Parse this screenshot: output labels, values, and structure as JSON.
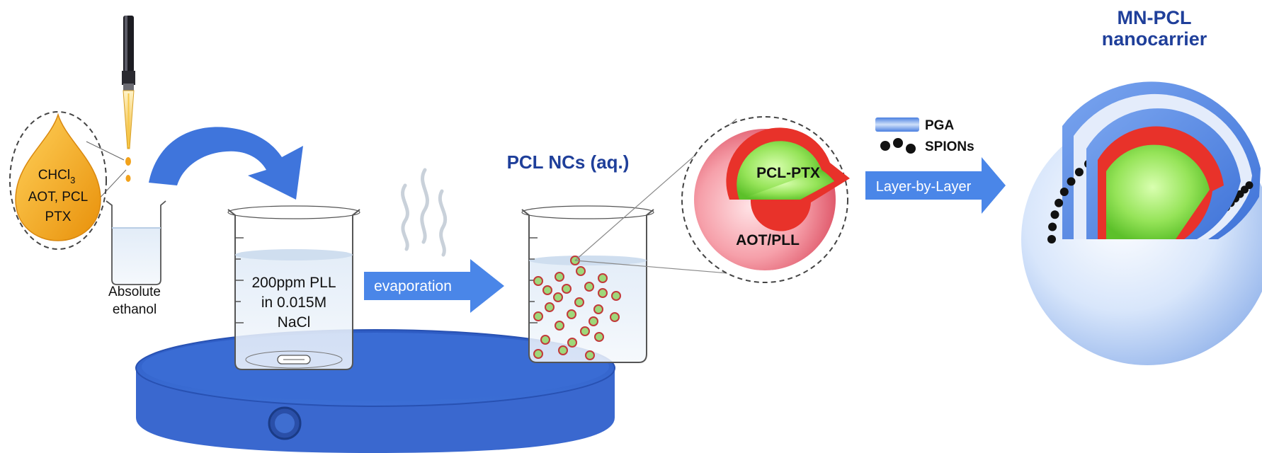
{
  "droplet": {
    "line1": "CHCl",
    "line1_sub": "3",
    "line2": "AOT, PCL",
    "line3": "PTX"
  },
  "small_beaker": {
    "line1": "Absolute",
    "line2": "ethanol"
  },
  "stir_beaker": {
    "line1": "200ppm PLL",
    "line2": "in 0.015M",
    "line3": "NaCl"
  },
  "arrows": {
    "evaporation": "evaporation",
    "lbl": "Layer-by-Layer"
  },
  "nc_beaker": {
    "title": "PCL NCs (aq.)"
  },
  "zoom": {
    "core": "PCL-PTX",
    "shell": "AOT/PLL"
  },
  "legend": {
    "pga": "PGA",
    "spions": "SPIONs"
  },
  "final": {
    "title_line1": "MN-PCL",
    "title_line2": "nanocarrier"
  },
  "colors": {
    "blue_arrow": "#4a86e8",
    "title_blue": "#1f3f9a",
    "droplet_orange": "#f2a21b",
    "core_green": "#8be04a",
    "shell_red": "#e8322a",
    "shell_pink": "#f07a86",
    "stirrer_blue": "#3a68cf",
    "particle_green": "#9ed87a",
    "particle_red": "#c23a3a"
  }
}
